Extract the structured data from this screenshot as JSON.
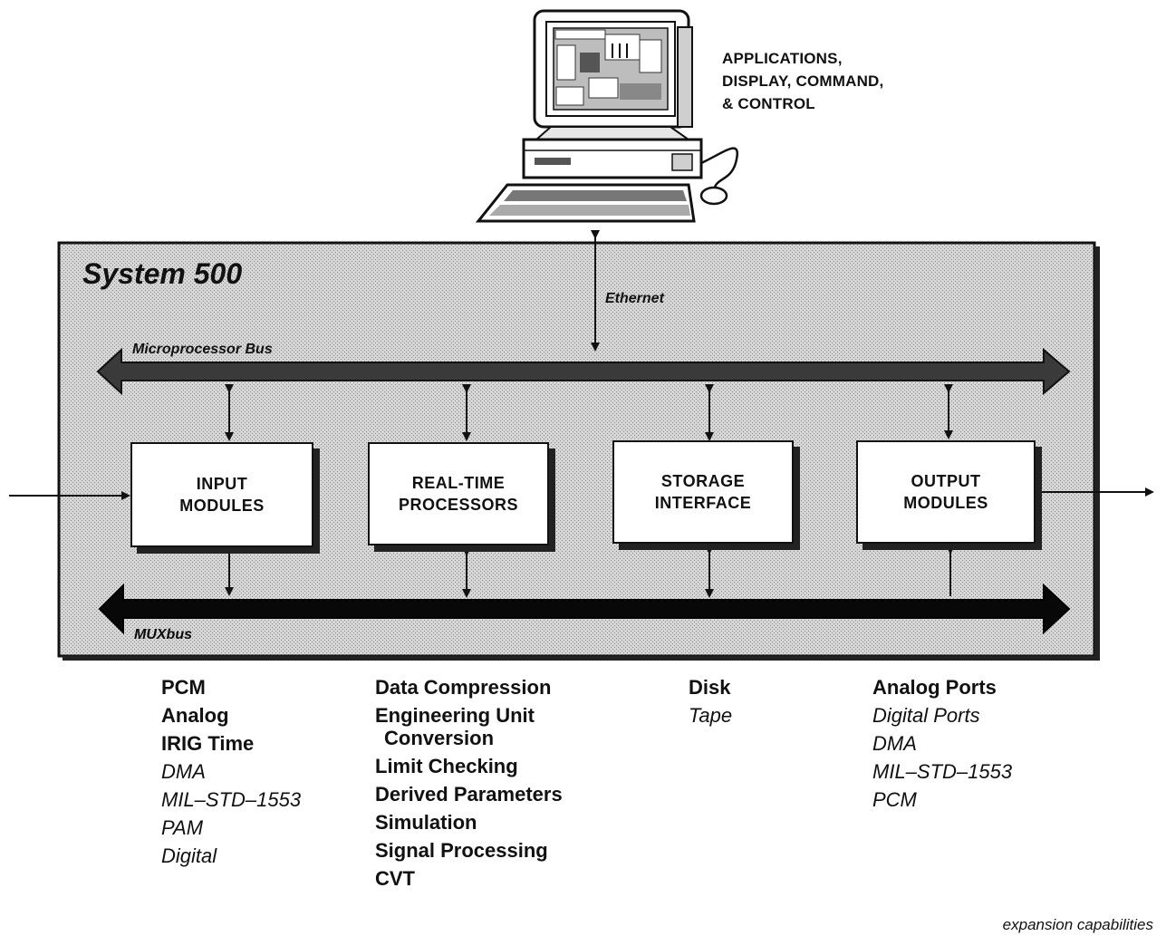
{
  "workstation": {
    "caption_lines": [
      "APPLICATIONS,",
      "DISPLAY, COMMAND,",
      "& CONTROL"
    ],
    "icon": "computer-workstation-icon"
  },
  "system": {
    "title": "System 500",
    "ethernet_label": "Ethernet",
    "microprocessor_bus_label": "Microprocessor Bus",
    "muxbus_label": "MUXbus",
    "modules": [
      {
        "label": "INPUT\nMODULES"
      },
      {
        "label": "REAL-TIME\nPROCESSORS"
      },
      {
        "label": "STORAGE\nINTERFACE"
      },
      {
        "label": "OUTPUT\nMODULES"
      }
    ]
  },
  "capabilities": {
    "input": [
      {
        "text": "PCM",
        "style": "bold"
      },
      {
        "text": "Analog",
        "style": "bold"
      },
      {
        "text": "IRIG Time",
        "style": "bold"
      },
      {
        "text": "DMA",
        "style": "italic"
      },
      {
        "text": "MIL–STD–1553",
        "style": "italic"
      },
      {
        "text": "PAM",
        "style": "italic"
      },
      {
        "text": "Digital",
        "style": "italic"
      }
    ],
    "processors": [
      {
        "text": "Data Compression",
        "style": "bold"
      },
      {
        "text": "Engineering Unit",
        "style": "bold"
      },
      {
        "text": "Conversion",
        "style": "bold-indent"
      },
      {
        "text": "Limit Checking",
        "style": "bold"
      },
      {
        "text": "Derived Parameters",
        "style": "bold"
      },
      {
        "text": "Simulation",
        "style": "bold"
      },
      {
        "text": "Signal Processing",
        "style": "bold"
      },
      {
        "text": "CVT",
        "style": "bold"
      }
    ],
    "storage": [
      {
        "text": "Disk",
        "style": "bold"
      },
      {
        "text": "Tape",
        "style": "italic"
      }
    ],
    "output": [
      {
        "text": "Analog Ports",
        "style": "bold"
      },
      {
        "text": "Digital Ports",
        "style": "italic"
      },
      {
        "text": "DMA",
        "style": "italic"
      },
      {
        "text": "MIL–STD–1553",
        "style": "italic"
      },
      {
        "text": "PCM",
        "style": "italic"
      }
    ]
  },
  "footer": "expansion capabilities",
  "colors": {
    "system_fill": "#cfcfcf",
    "bus_micro": "#3a3a3a",
    "bus_mux": "#080808",
    "line": "#111111"
  }
}
